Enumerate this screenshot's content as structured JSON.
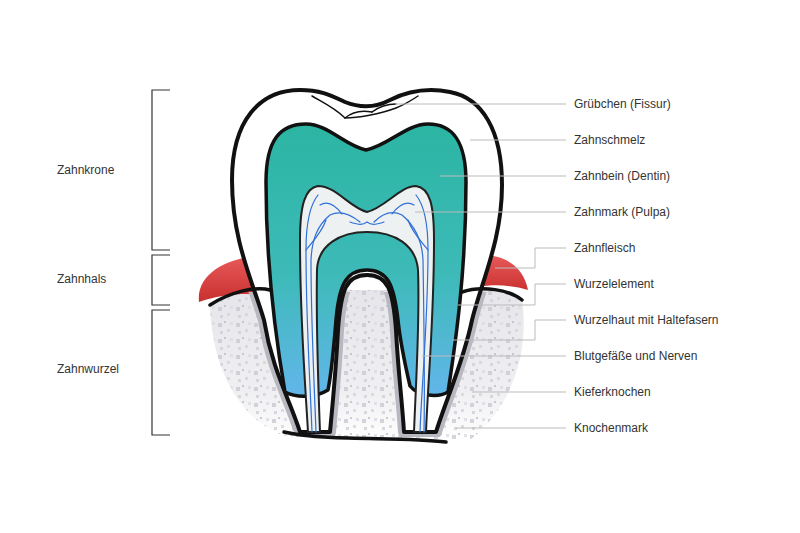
{
  "diagram": {
    "labels": [
      "Zahnkrone",
      "Zahnhals",
      "Zahnwurzel",
      "Grübchen (Fissur)",
      "Zahnschmelz",
      "Zahnbein (Dentin)",
      "Zahnmark (Pulpa)",
      "Zahnfleisch",
      "Wurzelelement",
      "Wurzelhaut mit Haltefasern",
      "Blutgefäße und Nerven",
      "Kieferknochen",
      "Knochenmark"
    ]
  }
}
